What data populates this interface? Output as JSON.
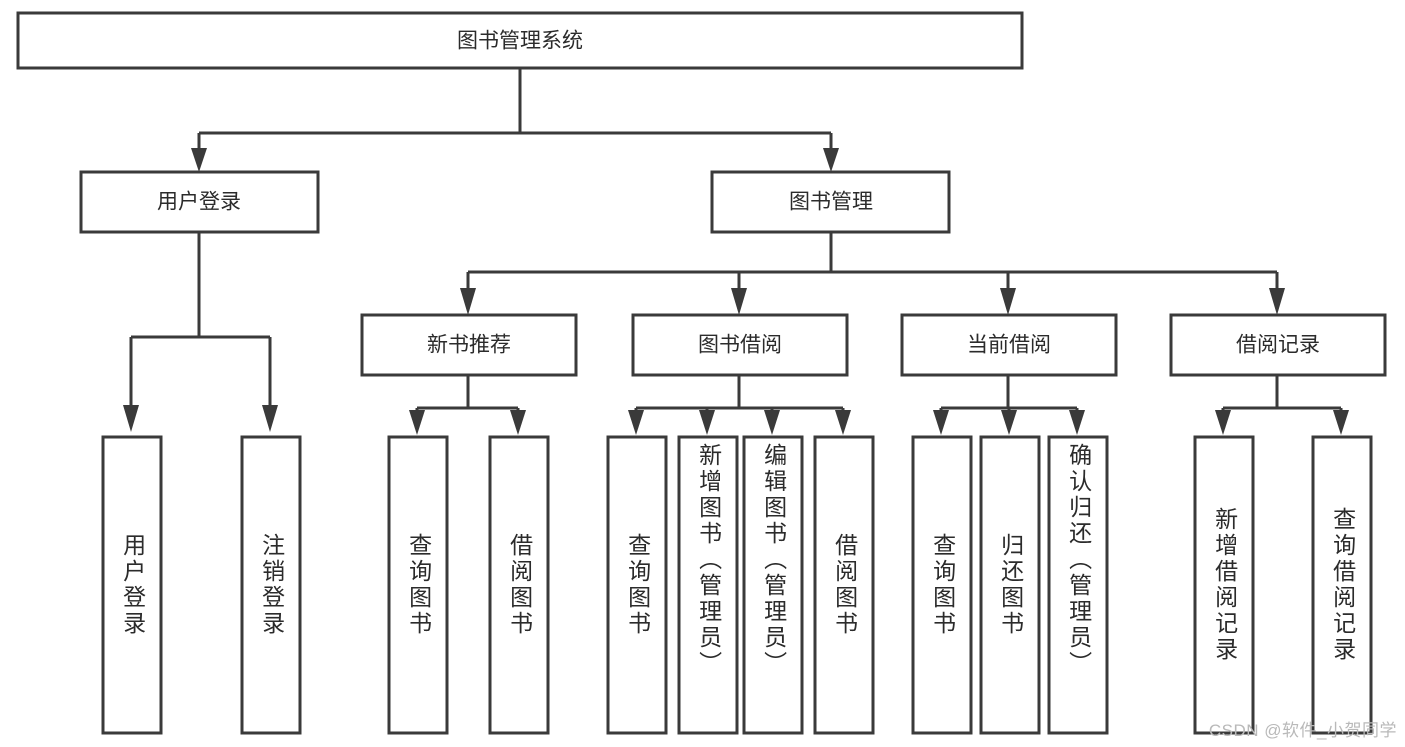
{
  "diagram": {
    "type": "tree-hierarchy",
    "title": "图书管理系统",
    "orientation": "top-down",
    "colors": {
      "box_stroke": "#3a3a3a",
      "box_fill": "#ffffff",
      "text": "#2b2b2b",
      "background": "#ffffff",
      "watermark": "#b9b9b9"
    },
    "levels": {
      "root": {
        "label": "图书管理系统"
      },
      "level2": [
        {
          "id": "user-login",
          "label": "用户登录"
        },
        {
          "id": "book-management",
          "label": "图书管理"
        }
      ],
      "level3": [
        {
          "id": "new-book-recommend",
          "label": "新书推荐",
          "parent": "book-management"
        },
        {
          "id": "book-borrow",
          "label": "图书借阅",
          "parent": "book-management"
        },
        {
          "id": "current-borrow",
          "label": "当前借阅",
          "parent": "book-management"
        },
        {
          "id": "borrow-record",
          "label": "借阅记录",
          "parent": "book-management"
        }
      ],
      "leaves": [
        {
          "id": "leaf-user-login",
          "label": "用户登录",
          "parent": "user-login"
        },
        {
          "id": "leaf-user-logout",
          "label": "注销登录",
          "parent": "user-login"
        },
        {
          "id": "leaf-query-book-1",
          "label": "查询图书",
          "parent": "new-book-recommend"
        },
        {
          "id": "leaf-borrow-book-1",
          "label": "借阅图书",
          "parent": "new-book-recommend"
        },
        {
          "id": "leaf-query-book-2",
          "label": "查询图书",
          "parent": "book-borrow"
        },
        {
          "id": "leaf-add-book",
          "label": "新增图书（管理员）",
          "parent": "book-borrow"
        },
        {
          "id": "leaf-edit-book",
          "label": "编辑图书（管理员）",
          "parent": "book-borrow"
        },
        {
          "id": "leaf-borrow-book-2",
          "label": "借阅图书",
          "parent": "book-borrow"
        },
        {
          "id": "leaf-query-book-3",
          "label": "查询图书",
          "parent": "current-borrow"
        },
        {
          "id": "leaf-return-book",
          "label": "归还图书",
          "parent": "current-borrow"
        },
        {
          "id": "leaf-confirm-return",
          "label": "确认归还（管理员）",
          "parent": "current-borrow"
        },
        {
          "id": "leaf-add-record",
          "label": "新增借阅记录",
          "parent": "borrow-record"
        },
        {
          "id": "leaf-query-record",
          "label": "查询借阅记录",
          "parent": "borrow-record"
        }
      ]
    }
  },
  "watermark": {
    "text": "CSDN @软件_小贺同学"
  }
}
